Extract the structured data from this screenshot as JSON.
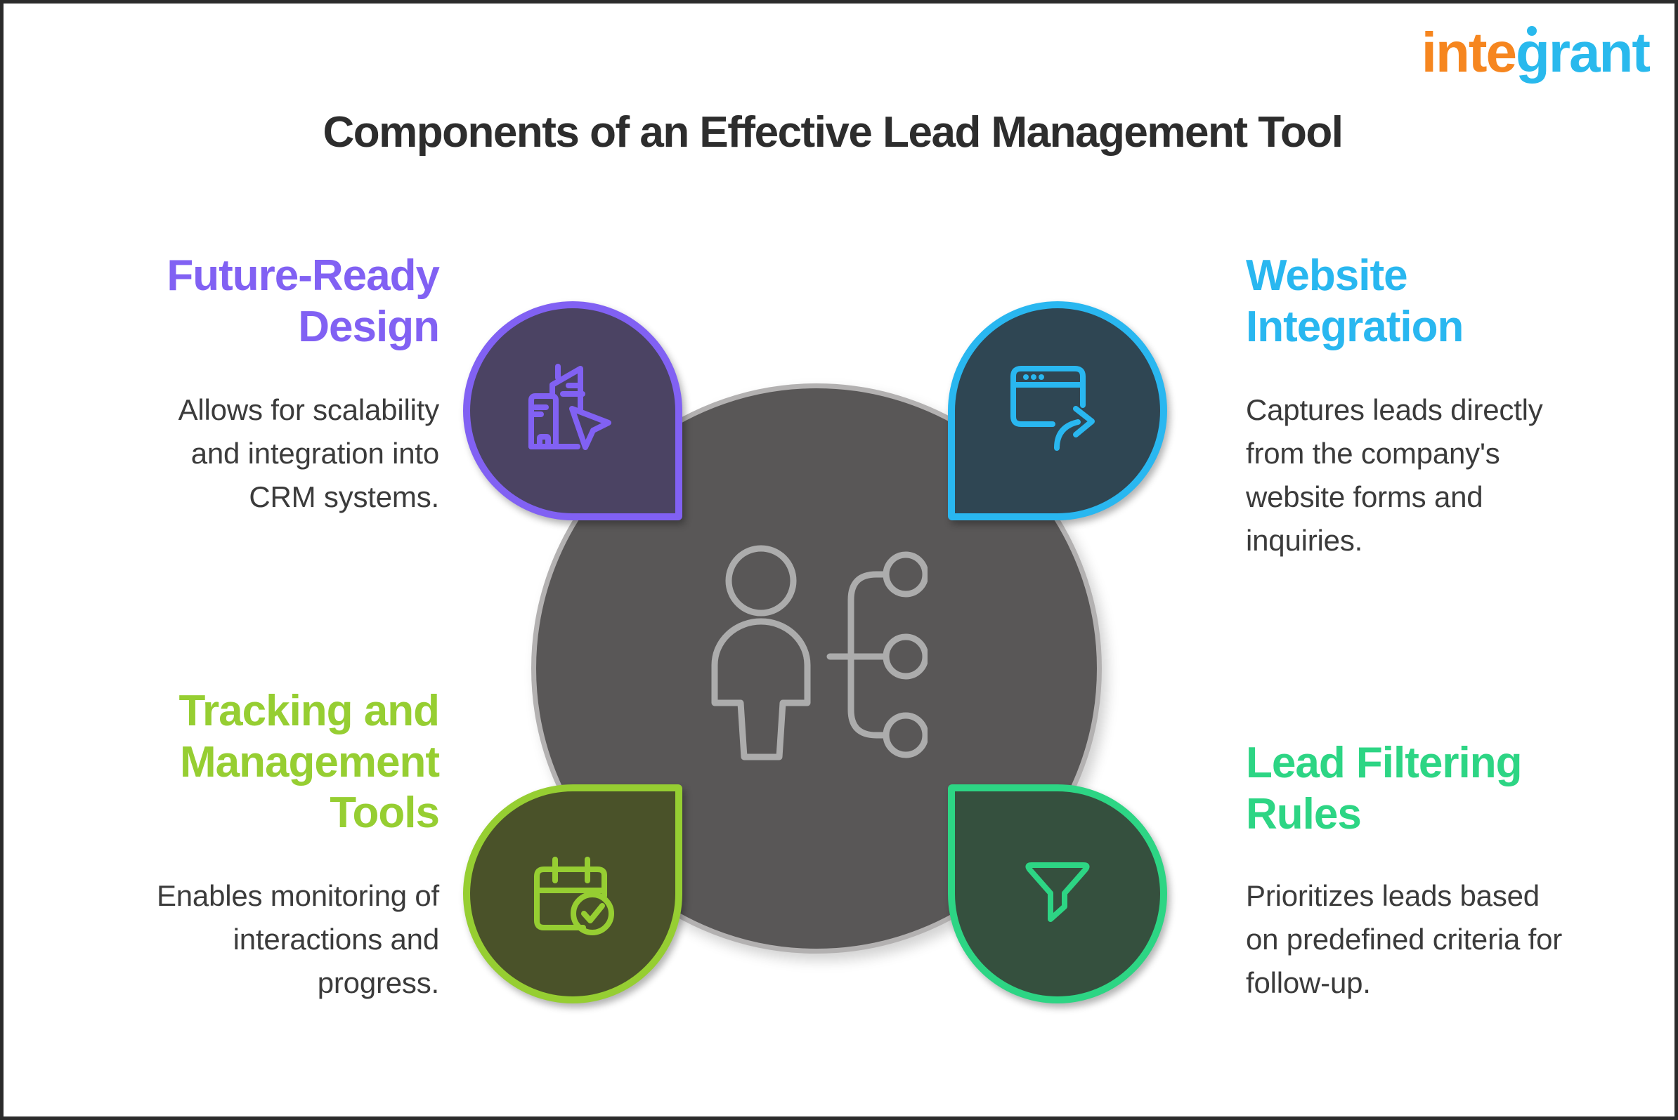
{
  "brand": {
    "logo": {
      "part_orange": "inte",
      "part_g": "g",
      "part_rest": "rant",
      "orange": "#F6861F",
      "blue": "#29B9ED"
    }
  },
  "title": "Components of an Effective Lead Management Tool",
  "center": {
    "fill": "#595757",
    "ring": "#B3B1B1",
    "icon": "person-hierarchy-icon",
    "icon_color": "#ACACAC"
  },
  "quadrants": [
    {
      "id": "future-ready-design",
      "position": "top-left",
      "heading": "Future-Ready Design",
      "heading_lines": [
        "Future-Ready",
        "Design"
      ],
      "body": "Allows for scalability and integration into CRM systems.",
      "body_lines": [
        "Allows for scalability",
        "and integration into",
        "CRM systems."
      ],
      "accent": "#8161F3",
      "pod_fill": "#4B4363",
      "icon": "buildings-cursor-icon"
    },
    {
      "id": "website-integration",
      "position": "top-right",
      "heading": "Website Integration",
      "heading_lines": [
        "Website",
        "Integration"
      ],
      "body": "Captures leads directly from the company's website forms and inquiries.",
      "body_lines": [
        "Captures leads directly",
        "from the company's",
        "website forms and",
        "inquiries."
      ],
      "accent": "#29B7F0",
      "pod_fill": "#2F4653",
      "icon": "browser-redirect-icon"
    },
    {
      "id": "tracking-and-management-tools",
      "position": "bottom-left",
      "heading": "Tracking and Management Tools",
      "heading_lines": [
        "Tracking and",
        "Management",
        "Tools"
      ],
      "body": "Enables monitoring of interactions and progress.",
      "body_lines": [
        "Enables monitoring of",
        "interactions and",
        "progress."
      ],
      "accent": "#96CE32",
      "pod_fill": "#4A5229",
      "icon": "calendar-check-icon"
    },
    {
      "id": "lead-filtering-rules",
      "position": "bottom-right",
      "heading": "Lead Filtering Rules",
      "heading_lines": [
        "Lead Filtering",
        "Rules"
      ],
      "body": "Prioritizes leads based on predefined criteria for follow-up.",
      "body_lines": [
        "Prioritizes leads based",
        "on predefined criteria for",
        "follow-up."
      ],
      "accent": "#2DD584",
      "pod_fill": "#35503E",
      "icon": "funnel-icon"
    }
  ]
}
